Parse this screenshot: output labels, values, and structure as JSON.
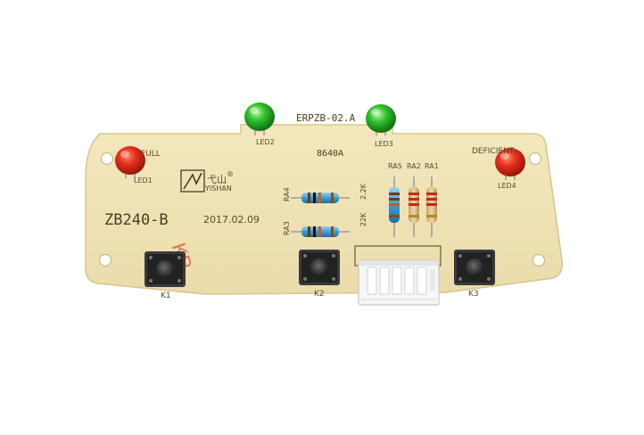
{
  "board": {
    "model_code": "ERPZB-02.A",
    "part_number": "8640A",
    "board_name": "ZB240-B",
    "date": "2017.02.09",
    "logo": {
      "brand_cn": "弋山",
      "brand_en": "YISHAN",
      "registered": "®"
    },
    "handwritten_mark": "KP",
    "colors": {
      "pcb": "#efe2b4",
      "led_red": "#e02a18",
      "led_green": "#26b526",
      "connector": "#f4f4f4"
    }
  },
  "leds": [
    {
      "ref": "LED1",
      "color": "red",
      "function_label": "FULL"
    },
    {
      "ref": "LED2",
      "color": "green"
    },
    {
      "ref": "LED3",
      "color": "green"
    },
    {
      "ref": "LED4",
      "color": "red",
      "function_label": "DEFICIENT"
    }
  ],
  "resistors": [
    {
      "ref": "RA4",
      "value": ""
    },
    {
      "ref": "RA3",
      "value": ""
    },
    {
      "ref": "RA5",
      "value": "22K"
    },
    {
      "ref": "RA2",
      "value": ""
    },
    {
      "ref": "RA1",
      "value": ""
    }
  ],
  "resistor_values": {
    "left": "22K",
    "right": "2.2K"
  },
  "buttons": [
    {
      "ref": "K1"
    },
    {
      "ref": "K2"
    },
    {
      "ref": "K3"
    }
  ]
}
